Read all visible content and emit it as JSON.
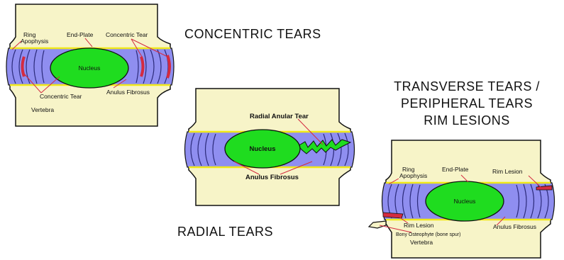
{
  "titles": {
    "concentric": "CONCENTRIC TEARS",
    "radial": "RADIAL TEARS",
    "transverse_line1": "TRANSVERSE TEARS /",
    "transverse_line2": "PERIPHERAL TEARS",
    "transverse_line3": "RIM LESIONS"
  },
  "panel1": {
    "ring_apophysis_1": "Ring",
    "ring_apophysis_2": "Apophysis",
    "end_plate": "End-Plate",
    "concentric_tear_top": "Concentric Tear",
    "nucleus": "Nucleus",
    "concentric_tear_bottom": "Concentric Tear",
    "anulus_fibrosus": "Anulus Fibrosus",
    "vertebra": "Vertebra"
  },
  "panel2": {
    "radial_anular_tear": "Radial Anular Tear",
    "nucleus": "Nucleus",
    "anulus_fibrosus": "Anulus Fibrosus"
  },
  "panel3": {
    "ring_apophysis_1": "Ring",
    "ring_apophysis_2": "Apophysis",
    "end_plate": "End-Plate",
    "rim_lesion_top": "Rim Lesion",
    "nucleus": "Nucleus",
    "rim_lesion_bottom": "Rim Lesion",
    "anulus_fibrosus": "Anulus Fibrosus",
    "bony_osteophyte": "Bony Osteophyte (bone spur)",
    "vertebra": "Vertebra"
  },
  "colors": {
    "bone": "#f7f4c8",
    "disc": "#8f8ef0",
    "nucleus": "#1fdc1f",
    "endplate": "#f0e81a",
    "tear": "#d42b40",
    "outline": "#111111"
  }
}
